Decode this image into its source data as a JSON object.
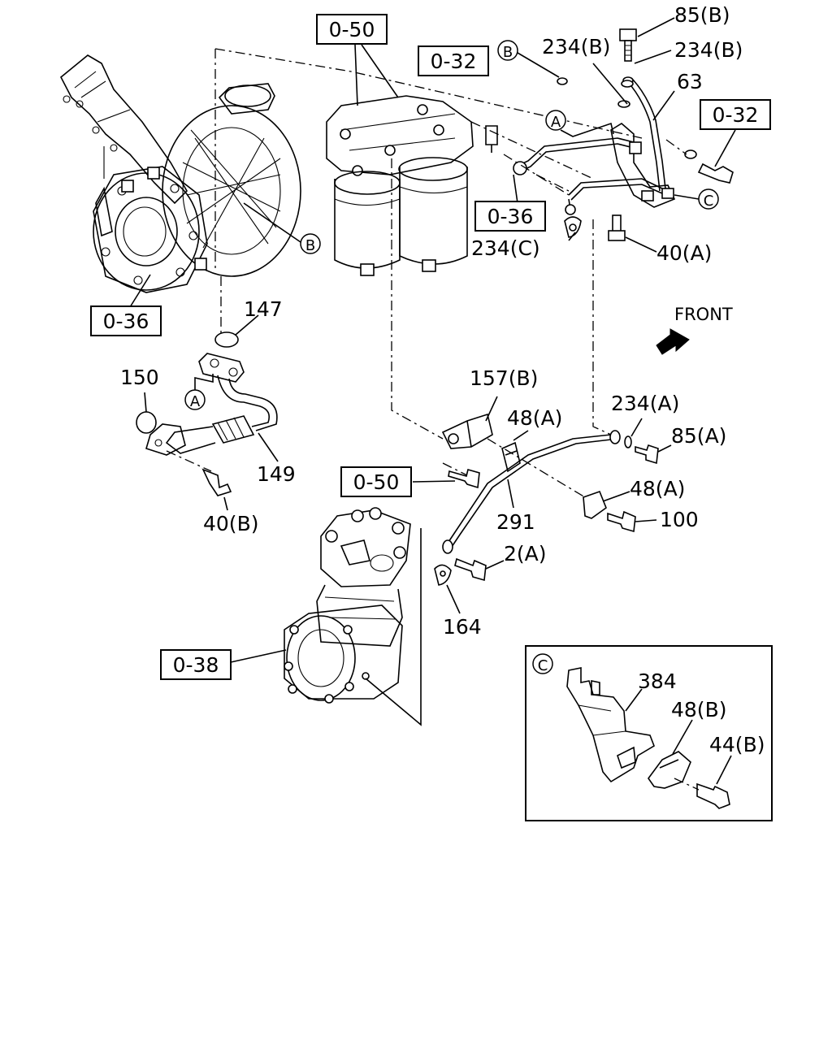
{
  "labels": {
    "l_85b": "85(B)",
    "l_234b_1": "234(B)",
    "l_234b_2": "234(B)",
    "l_63": "63",
    "l_234c": "234(C)",
    "l_40a": "40(A)",
    "l_147": "147",
    "l_150": "150",
    "l_149": "149",
    "l_40b": "40(B)",
    "l_157b": "157(B)",
    "l_48a_1": "48(A)",
    "l_234a": "234(A)",
    "l_85a": "85(A)",
    "l_48a_2": "48(A)",
    "l_100": "100",
    "l_291": "291",
    "l_2a": "2(A)",
    "l_164": "164",
    "l_384": "384",
    "l_48b": "48(B)",
    "l_44b": "44(B)",
    "front": "FRONT"
  },
  "refs": {
    "r_050_top": "0-50",
    "r_032_left": "0-32",
    "r_032_right": "0-32",
    "r_036_mid": "0-36",
    "r_036_left": "0-36",
    "r_050_mid": "0-50",
    "r_038": "0-38"
  },
  "markers": {
    "m_b1": "B",
    "m_b2": "B",
    "m_a1": "A",
    "m_a2": "A",
    "m_c1": "C",
    "m_c2": "C"
  }
}
